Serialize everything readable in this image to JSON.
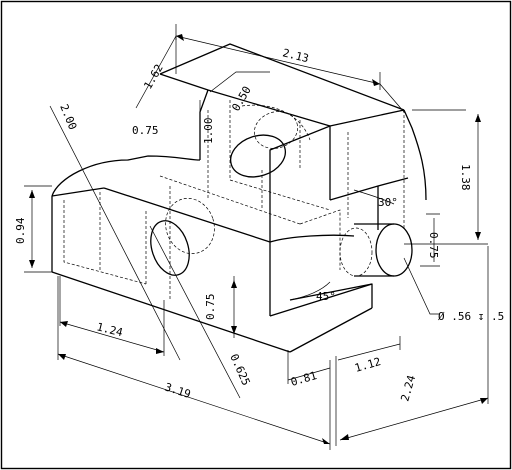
{
  "dimensions": {
    "top_length": "2.13",
    "slot_depth": "1.62",
    "top_radius": "0.50",
    "top_offset": "0.75",
    "tower_height": "1.00",
    "diag_height": "2.00",
    "left_height": "0.94",
    "right_height": "1.38",
    "small_height": "0.75",
    "chamfer_angle_top": "30°",
    "chamfer_angle_bottom": "45°",
    "mid_height": "0.75",
    "hole_spec": "Ø .56 ↧ .5",
    "left_width": "1.24",
    "hole_dia": "0.625",
    "total_width": "3.19",
    "bottom_offset": "0.81",
    "right_width": "1.12",
    "depth": "2.24"
  }
}
